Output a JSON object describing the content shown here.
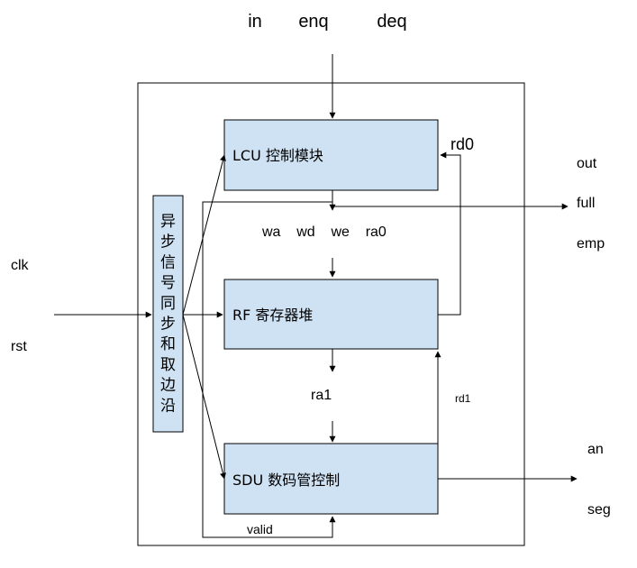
{
  "colors": {
    "module_fill": "#cfe2f3",
    "module_stroke": "#000000",
    "line": "#000000",
    "background": "#ffffff"
  },
  "top_inputs": [
    "in",
    "enq",
    "deq"
  ],
  "left_inputs": [
    "clk",
    "rst"
  ],
  "right_outputs": [
    "out",
    "full",
    "emp"
  ],
  "bottom_right_outputs": [
    "an",
    "seg"
  ],
  "modules": {
    "sync": "异步信号同步和取边沿",
    "lcu": "LCU 控制模块",
    "rf": "RF 寄存器堆",
    "sdu": "SDU 数码管控制"
  },
  "signals": {
    "lcu_rf": "wa    wd    we    ra0",
    "rd0": "rd0",
    "ra1": "ra1",
    "rd1": "rd1",
    "valid": "valid"
  }
}
